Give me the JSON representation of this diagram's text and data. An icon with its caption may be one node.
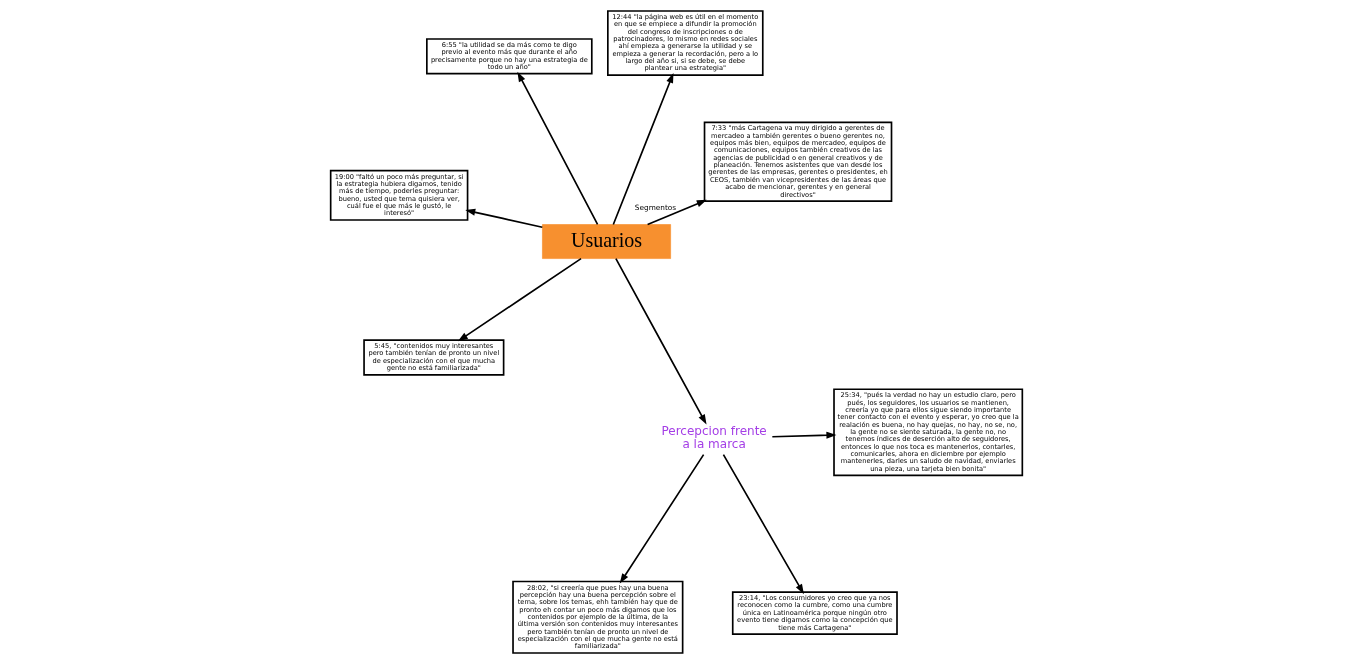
{
  "diagram": {
    "nodes": [
      {
        "text": [
          "Usuarios"
        ]
      },
      {
        "text": [
          "7:33 \"más Cartagena va muy dirigido a gerentes de mercadeo a también gerentes o bueno gerentes no, equipos más bien, equipos de mercadeo, equipos de comunicaciones, equipos también creativos de las agencias de publicidad o en general creativos y de planeación. Tenemos asistentes que van desde los gerentes de las empresas, gerentes o presidentes, eh CEOS, también van vicepresidentes de las áreas que acabo de mencionar, gerentes y en general directivos\""
        ]
      },
      {
        "text": [
          "5:45, \"contenidos muy interesantes pero también tenían de pronto un nivel de especialización con el que mucha gente no está familiarizada\""
        ]
      },
      {
        "text": [
          "19:00 \"faltó un poco más preguntar, si la estrategia hubiera digamos, tenido más de tiempo, poderles preguntar: bueno, usted que tema quisiera ver, cuál fue el que más le gustó, le interesó\""
        ]
      },
      {
        "text": [
          "12:44 \"la página web es útil en el momento en que se empiece a difundir la promoción del congreso de inscripciones o de patrocinadores, lo mismo en redes sociales ahí empieza a generarse la utilidad y se empieza a generar la recordación, pero a lo largo del año si, si se debe, se debe plantear una estrategia\""
        ]
      },
      {
        "text": [
          "6:55 \"la utilidad se da más como te digo previo al evento más que durante el año precisamente porque no hay una estrategia de todo un año\""
        ]
      },
      {
        "text": [
          "Percepcion frente a la marca"
        ]
      },
      {
        "text": [
          "25:34, \"pués la verdad no hay un estudio claro, pero pués, los seguidores, los usuarios se mantienen, creería yo que para ellos sigue siendo importante tener contacto con el evento y esperar, yo creo que la realación es buena, no hay quejas, no hay, no se, no, la gente no se siente saturada, la gente no, no tenemos índices de deserción alto de seguidores, entonces lo que nos toca es mantenerlos, contarles, comunicarles, ahora en diciembre por ejemplo mantenerles, darles un saludo de navidad, enviarles una pieza, una tarjeta bien bonita\""
        ]
      },
      {
        "text": [
          "23:14, \"Los consumidores yo creo que ya nos reconocen como la cumbre, como una cumbre única en Latinoamérica porque ningún otro evento tiene digamos como la concepción que tiene más Cartagena\""
        ]
      },
      {
        "text": [
          "28:02, \"si creería que pues hay una buena percepción hay una buena percepción sobre el tema, sobre los temas, ehh también hay que de pronto eh contar un poco más digamos que los contenidos por ejemplo de la última, de la última versión son contenidos muy interesantes pero también tenían de pronto un nivel de especialización con el que mucha gente no está familiarizada\""
        ]
      }
    ],
    "edges": [
      {
        "from": 0,
        "to": 1,
        "arrow": "to",
        "label": "Segmentos"
      },
      {
        "from": 0,
        "to": 2,
        "arrow": "to"
      },
      {
        "from": 0,
        "to": 3,
        "arrow": "to"
      },
      {
        "from": 0,
        "to": 4,
        "arrow": "to"
      },
      {
        "from": 0,
        "to": 5,
        "arrow": "to"
      },
      {
        "from": 0,
        "to": 6,
        "arrow": "to"
      },
      {
        "from": 6,
        "to": 7,
        "arrow": "to"
      },
      {
        "from": 6,
        "to": 8,
        "arrow": "to"
      },
      {
        "from": 6,
        "to": 9,
        "arrow": "to"
      }
    ]
  }
}
